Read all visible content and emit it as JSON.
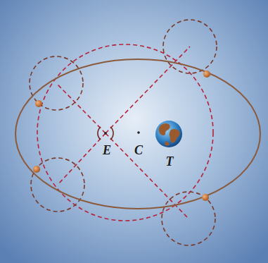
{
  "diagram": {
    "labels": [
      "E",
      "C",
      "T"
    ]
  }
}
